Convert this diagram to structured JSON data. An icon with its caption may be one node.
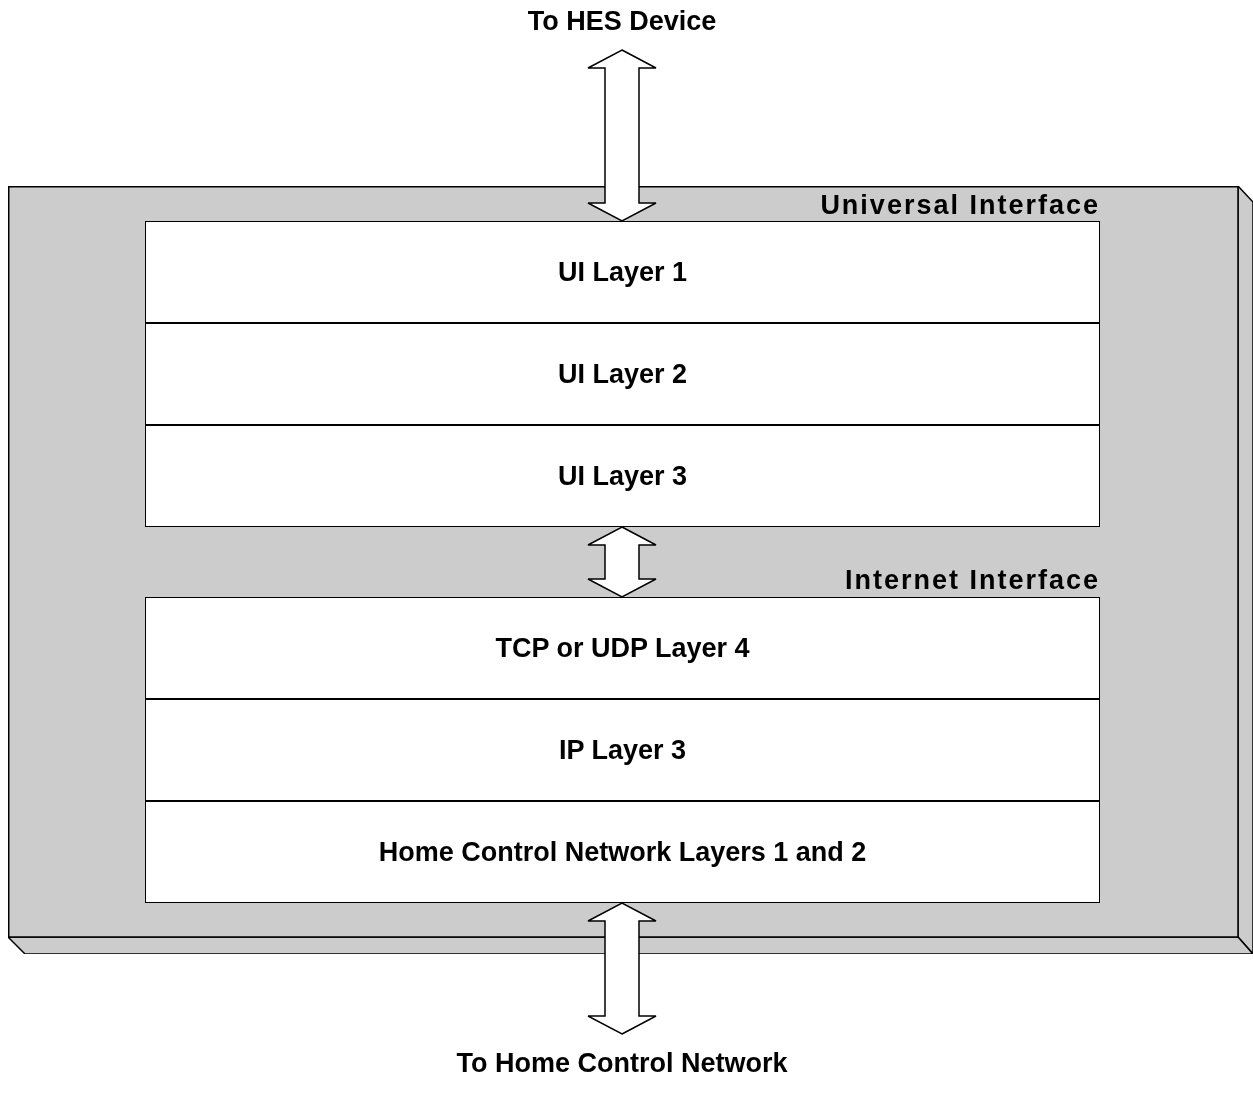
{
  "diagram": {
    "nodes": [
      {
        "text": [
          "To HES Device"
        ]
      },
      {
        "text": [],
        "shape": "box"
      },
      {
        "text": [
          "Universal Interface"
        ],
        "in": 1
      },
      {
        "text": [
          "UI Layer 1"
        ],
        "in": 2
      },
      {
        "text": [
          "UI Layer 2"
        ],
        "in": 2
      },
      {
        "text": [
          "UI Layer 3"
        ],
        "in": 2
      },
      {
        "text": [
          "Internet Interface"
        ],
        "in": 1
      },
      {
        "text": [
          "TCP or UDP Layer 4"
        ],
        "in": 6
      },
      {
        "text": [
          "IP Layer 3"
        ],
        "in": 6
      },
      {
        "text": [
          "Home Control Network Layers 1 and 2"
        ],
        "in": 6
      },
      {
        "text": [
          "To Home Control Network"
        ]
      }
    ],
    "edges": [
      {
        "from": 0,
        "to": 3,
        "arrow": "both"
      },
      {
        "from": 5,
        "to": 7,
        "arrow": "both"
      },
      {
        "from": 10,
        "to": 9,
        "arrow": "both"
      }
    ]
  }
}
